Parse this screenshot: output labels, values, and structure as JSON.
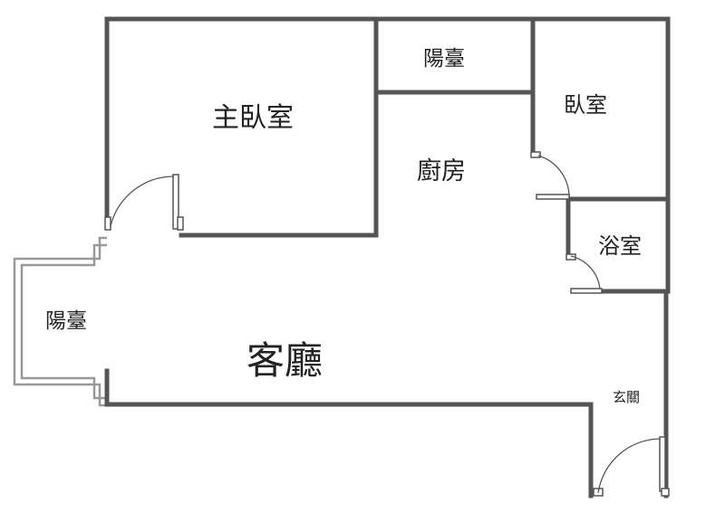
{
  "rooms": {
    "master_bedroom": "主臥室",
    "balcony_top": "陽臺",
    "bedroom": "臥室",
    "kitchen": "廚房",
    "bathroom": "浴室",
    "balcony_left": "陽臺",
    "living_room": "客廳",
    "entrance": "玄關"
  }
}
